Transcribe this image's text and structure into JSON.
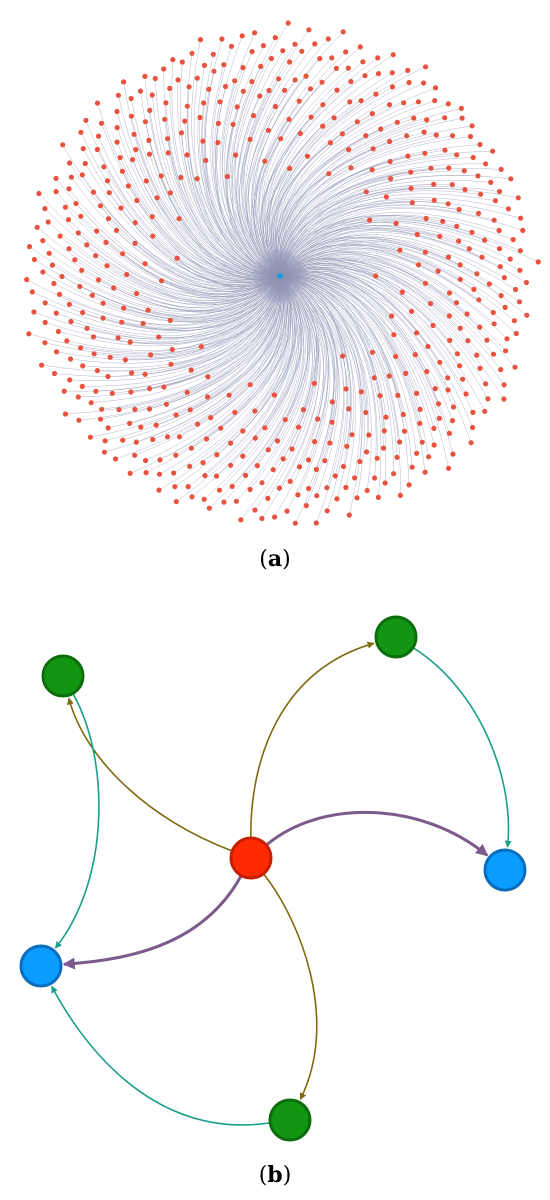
{
  "panel_a": {
    "label": "a",
    "hub_color": "#1e9be0",
    "leaf_color": "#e8533f",
    "edge_color": "#8e92b3"
  },
  "panel_b": {
    "label": "b",
    "colors": {
      "center": "#ff2a00",
      "center_stroke": "#c81e00",
      "green": "#129512",
      "green_stroke": "#0b6d0b",
      "blue": "#0a9cff",
      "blue_stroke": "#0a6cbd",
      "edge_olive": "#7f6a11",
      "edge_teal": "#1a9f88",
      "edge_purple": "#7b5a8c"
    },
    "nodes": [
      {
        "id": "center",
        "type": "center"
      },
      {
        "id": "green-top-left",
        "type": "green"
      },
      {
        "id": "green-top-right",
        "type": "green"
      },
      {
        "id": "green-bottom",
        "type": "green"
      },
      {
        "id": "blue-right",
        "type": "blue"
      },
      {
        "id": "blue-left",
        "type": "blue"
      }
    ],
    "edges": [
      {
        "from": "center",
        "to": "green-top-left",
        "color": "edge_olive"
      },
      {
        "from": "center",
        "to": "green-top-right",
        "color": "edge_olive"
      },
      {
        "from": "center",
        "to": "green-bottom",
        "color": "edge_olive"
      },
      {
        "from": "center",
        "to": "blue-right",
        "color": "edge_purple"
      },
      {
        "from": "center",
        "to": "blue-left",
        "color": "edge_purple"
      },
      {
        "from": "green-top-left",
        "to": "blue-left",
        "color": "edge_teal"
      },
      {
        "from": "green-top-right",
        "to": "blue-right",
        "color": "edge_teal"
      },
      {
        "from": "green-bottom",
        "to": "blue-left",
        "color": "edge_teal"
      }
    ]
  }
}
